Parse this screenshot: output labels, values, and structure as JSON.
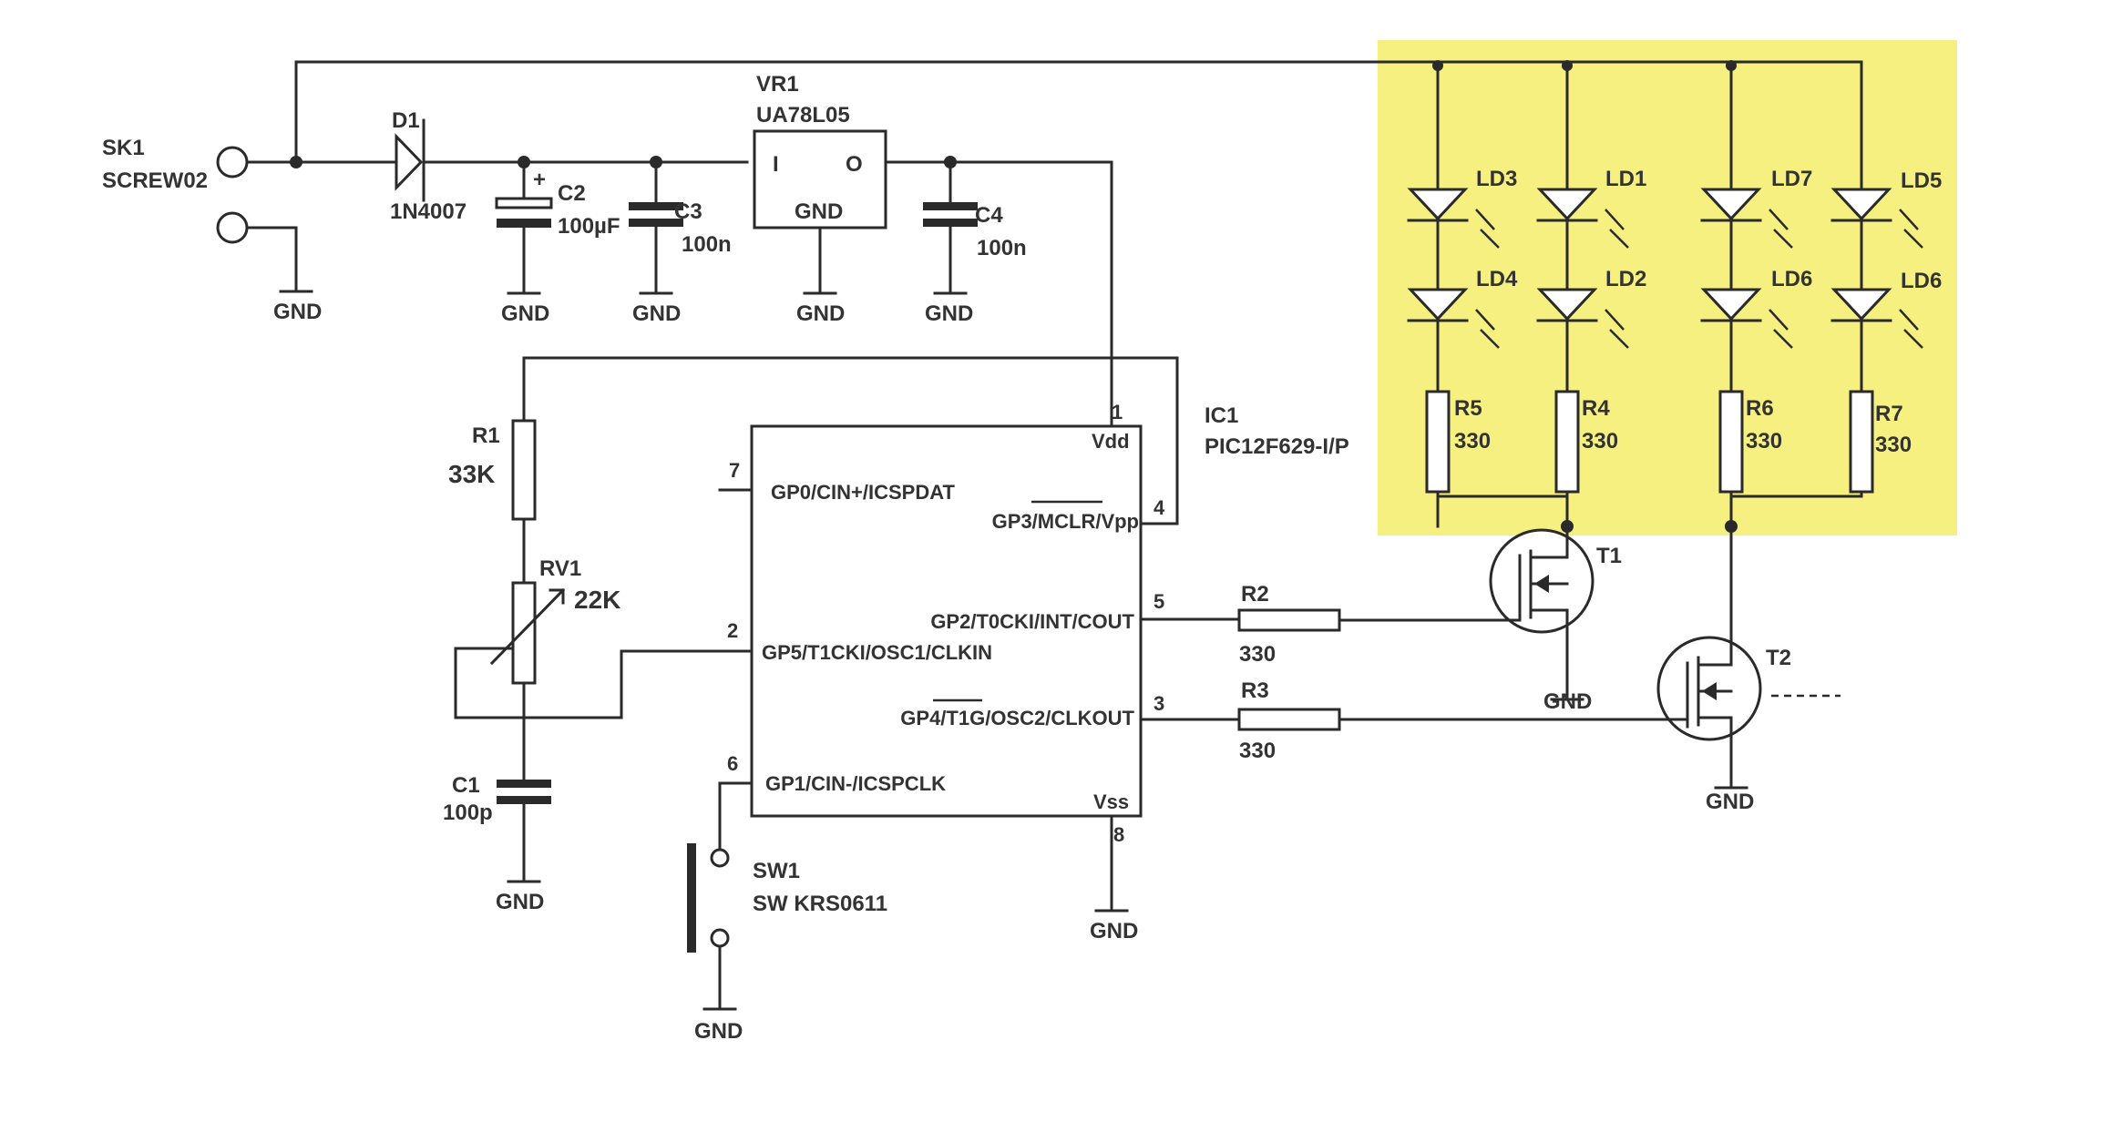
{
  "colors": {
    "highlight": "#f6f080",
    "ink": "#2a2a2a",
    "background": "#ffffff"
  },
  "icon_names": [
    "diode-icon",
    "led-icon",
    "resistor-icon",
    "capacitor-icon",
    "electrolytic-capacitor-icon",
    "potentiometer-icon",
    "mosfet-icon",
    "pushbutton-icon",
    "screw-terminal-icon",
    "ground-icon",
    "regulator-icon"
  ],
  "components": {
    "sk1": {
      "ref": "SK1",
      "value": "SCREW02"
    },
    "d1": {
      "ref": "D1",
      "value": "1N4007"
    },
    "c2": {
      "ref": "C2",
      "value": "100µF",
      "polarity": "+"
    },
    "c3": {
      "ref": "C3",
      "value": "100n"
    },
    "vr1": {
      "ref": "VR1",
      "value": "UA78L05",
      "pin_in": "I",
      "pin_out": "O",
      "pin_gnd": "GND"
    },
    "c4": {
      "ref": "C4",
      "value": "100n"
    },
    "r1": {
      "ref": "R1",
      "value": "33K"
    },
    "rv1": {
      "ref": "RV1",
      "value": "22K"
    },
    "c1": {
      "ref": "C1",
      "value": "100p"
    },
    "sw1": {
      "ref": "SW1",
      "value": "SW KRS0611"
    },
    "ic1": {
      "ref": "IC1",
      "value": "PIC12F629-I/P",
      "vdd": "Vdd",
      "vss": "Vss",
      "pins": {
        "p1": "1",
        "p2": "2",
        "p3": "3",
        "p4": "4",
        "p5": "5",
        "p6": "6",
        "p7": "7",
        "p8": "8"
      },
      "gp0": "GP0/CIN+/ICSPDAT",
      "gp3": "GP3/MCLR/Vpp",
      "gp2": "GP2/T0CKI/INT/COUT",
      "gp5": "GP5/T1CKI/OSC1/CLKIN",
      "gp4": "GP4/T1G/OSC2/CLKOUT",
      "gp1": "GP1/CIN-/ICSPCLK"
    },
    "r2": {
      "ref": "R2",
      "value": "330"
    },
    "r3": {
      "ref": "R3",
      "value": "330"
    },
    "t1": {
      "ref": "T1"
    },
    "t2": {
      "ref": "T2"
    },
    "leds": {
      "ld1": "LD1",
      "ld2": "LD2",
      "ld3": "LD3",
      "ld4": "LD4",
      "ld5": "LD5",
      "ld6a": "LD6",
      "ld6b": "LD6",
      "ld7": "LD7"
    },
    "r4": {
      "ref": "R4",
      "value": "330"
    },
    "r5": {
      "ref": "R5",
      "value": "330"
    },
    "r6": {
      "ref": "R6",
      "value": "330"
    },
    "r7": {
      "ref": "R7",
      "value": "330"
    }
  },
  "ground_label": "GND"
}
